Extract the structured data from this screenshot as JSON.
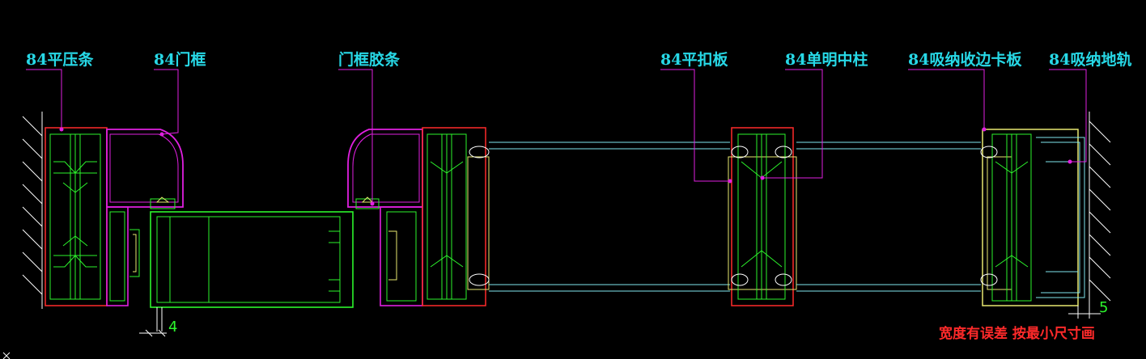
{
  "callouts": [
    {
      "id": "flat-bead",
      "text": "84平压条"
    },
    {
      "id": "door-frame",
      "text": "84门框"
    },
    {
      "id": "frame-gasket",
      "text": "门框胶条"
    },
    {
      "id": "flat-cover-plate",
      "text": "84平扣板"
    },
    {
      "id": "single-mullion",
      "text": "84单明中柱"
    },
    {
      "id": "absorb-edge-plate",
      "text": "84吸纳收边卡板"
    },
    {
      "id": "absorb-floor-track",
      "text": "84吸纳地轨"
    }
  ],
  "dimensions": {
    "left_gap": "4",
    "right_gap": "5"
  },
  "note": "宽度有误差 按最小尺寸画",
  "colors": {
    "background": "#000000",
    "label": "#27d8e6",
    "leader": "#e020e0",
    "frame": "#e020e0",
    "profile": "#2cf52c",
    "glass": "#7fe6ee",
    "cover": "#ff2a2a",
    "insert": "#e8e870",
    "wall": "#ffffff",
    "note": "#ff2a2a"
  }
}
